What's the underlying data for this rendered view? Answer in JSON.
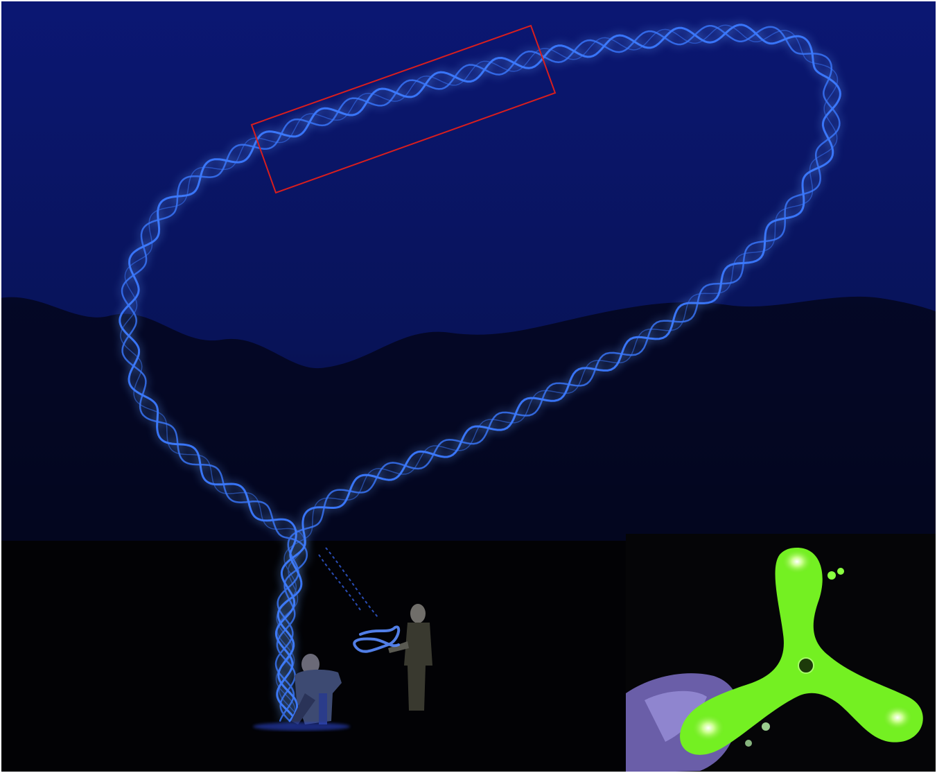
{
  "scene": {
    "description_labels": [],
    "colors": {
      "sky_top": "#0a1670",
      "sky_bottom": "#04082a",
      "ground": "#020204",
      "trail": "#3a78ff",
      "trail_glow": "#6aa6ff",
      "highlight_box": "#d81e1e",
      "boomerang": "#7dff2a",
      "boomerang_glow": "#c8ff8a",
      "hand": "#8a7ad8"
    },
    "objects": {
      "trail": "helical-light-trail",
      "highlight": "highlight-rectangle",
      "people": [
        "thrower-crouching",
        "thrower-standing"
      ],
      "inset": "glowing-boomerang-inset"
    }
  }
}
